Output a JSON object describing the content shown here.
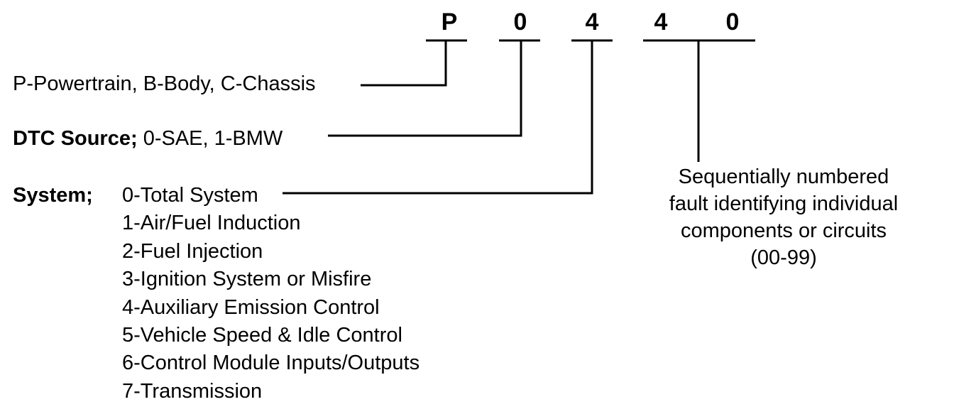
{
  "code": {
    "chars": [
      "P",
      "0",
      "4",
      "4",
      "0"
    ]
  },
  "labels": {
    "type": {
      "text": "P-Powertrain, B-Body, C-Chassis"
    },
    "source": {
      "heading": "DTC Source;",
      "text": "0-SAE, 1-BMW"
    },
    "system": {
      "heading": "System;",
      "items": [
        "0-Total System",
        "1-Air/Fuel Induction",
        "2-Fuel Injection",
        "3-Ignition System or Misfire",
        "4-Auxiliary Emission Control",
        "5-Vehicle Speed & Idle Control",
        "6-Control Module Inputs/Outputs",
        "7-Transmission"
      ]
    },
    "fault": {
      "lines": [
        "Sequentially numbered",
        "fault identifying individual",
        "components or circuits",
        "(00-99)"
      ]
    }
  },
  "colors": {
    "ink": "#000000",
    "background": "#ffffff"
  }
}
